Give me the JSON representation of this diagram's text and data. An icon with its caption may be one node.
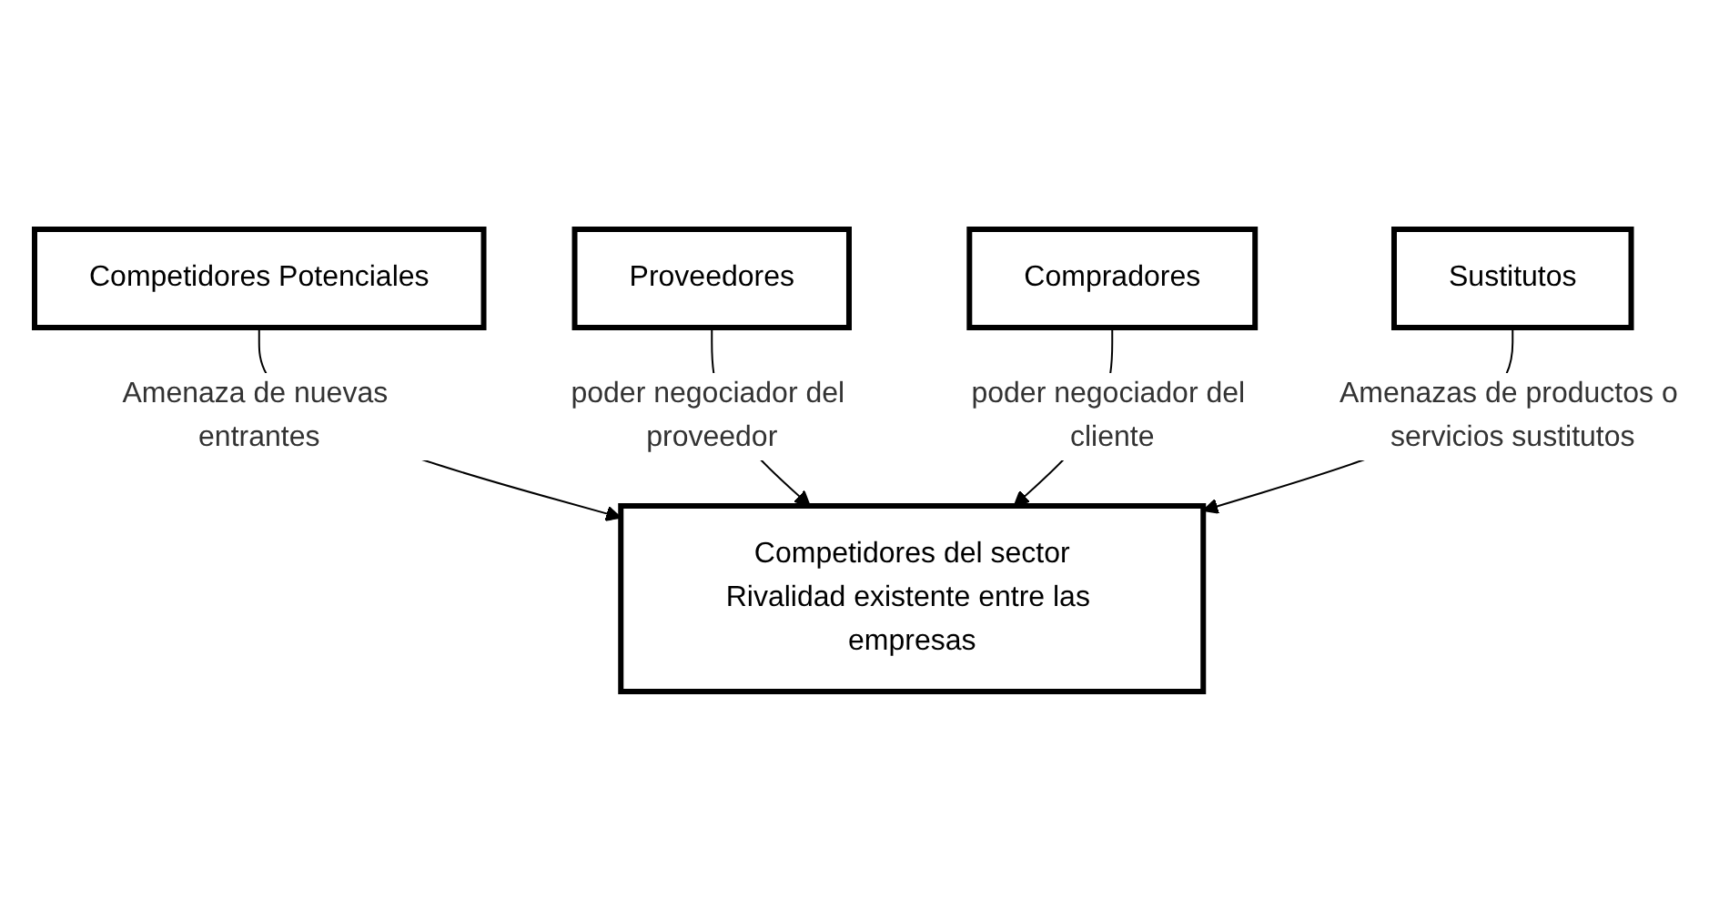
{
  "diagram": {
    "nodes": [
      {
        "text": [
          "Competidores Potenciales"
        ]
      },
      {
        "text": [
          "Competidores del sector",
          "Rivalidad existente entre las empresas"
        ]
      },
      {
        "text": [
          "Proveedores"
        ]
      },
      {
        "text": [
          "Compradores"
        ]
      },
      {
        "text": [
          "Sustitutos"
        ]
      }
    ],
    "edges": [
      {
        "from": 0,
        "to": 1,
        "arrow": "to",
        "label": "Amenaza de nuevas entrantes"
      },
      {
        "from": 2,
        "to": 1,
        "arrow": "to",
        "label": "poder negociador del proveedor"
      },
      {
        "from": 3,
        "to": 1,
        "arrow": "to",
        "label": "poder negociador del cliente"
      },
      {
        "from": 4,
        "to": 1,
        "arrow": "to",
        "label": "Amenazas de productos o servicios sustitutos"
      }
    ]
  }
}
